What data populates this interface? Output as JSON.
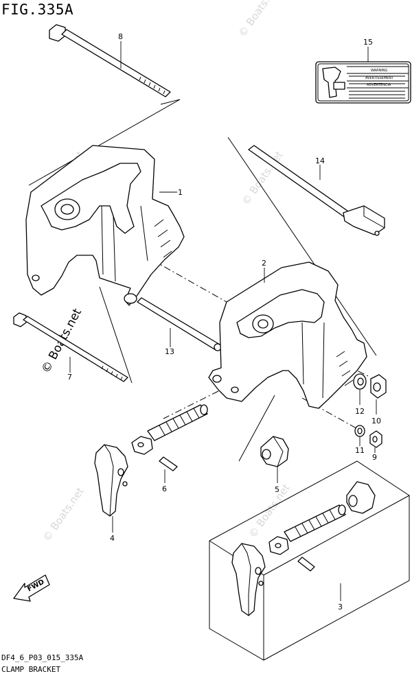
{
  "figure": {
    "title": "FIG.335A"
  },
  "footer": {
    "code": "DF4_6_P03_015_335A",
    "name": "CLAMP BRACKET"
  },
  "watermark": {
    "text": "© Boats.net"
  },
  "fwd_arrow": {
    "label": "FWD"
  },
  "label_plate": {
    "rows": [
      "WARNING",
      "AVERTISSEMENT",
      "ADVERTENCIA"
    ]
  },
  "callouts": {
    "c1": "1",
    "c2": "2",
    "c3": "3",
    "c4": "4",
    "c5": "5",
    "c6": "6",
    "c7": "7",
    "c8": "8",
    "c9": "9",
    "c10": "10",
    "c11": "11",
    "c12": "12",
    "c13": "13",
    "c14": "14",
    "c15": "15"
  }
}
